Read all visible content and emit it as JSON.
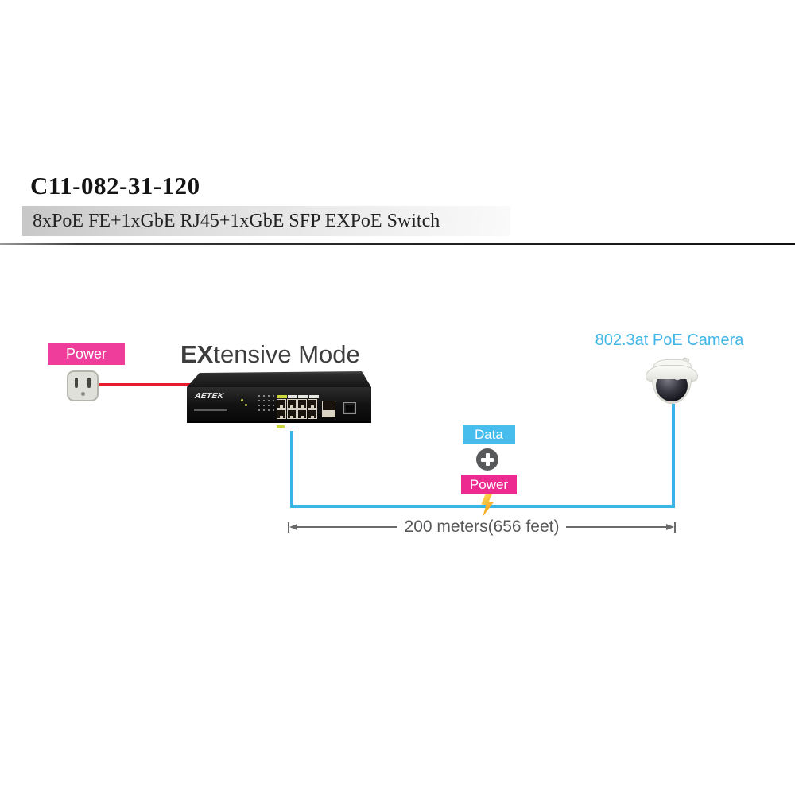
{
  "product": {
    "model": "C11-082-31-120",
    "description": "8xPoE FE+1xGbE RJ45+1xGbE SFP EXPoE Switch"
  },
  "diagram": {
    "mode_title": {
      "bold": "EX",
      "rest": "tensive Mode"
    },
    "power_source": {
      "label": "Power"
    },
    "switch": {
      "brand": "AETEK"
    },
    "camera": {
      "label": "802.3at PoE Camera"
    },
    "link": {
      "data_label": "Data",
      "plus": "+",
      "power_label": "Power",
      "distance": "200 meters(656 feet)"
    },
    "icons": {
      "power_outlet": "us-power-outlet-icon",
      "plus_badge": "plus-icon",
      "lightning": "lightning-bolt-icon",
      "camera": "dome-camera-icon"
    },
    "colors": {
      "magenta": "#ee3d9a",
      "magenta_deep": "#ec2a90",
      "cyan_badge": "#47bdee",
      "cyan_line": "#3ab3e6",
      "cyan_text": "#41b6e8",
      "red_cable": "#e81c2e",
      "bolt_yellow": "#f9b233",
      "slate_gray": "#58595b"
    }
  }
}
